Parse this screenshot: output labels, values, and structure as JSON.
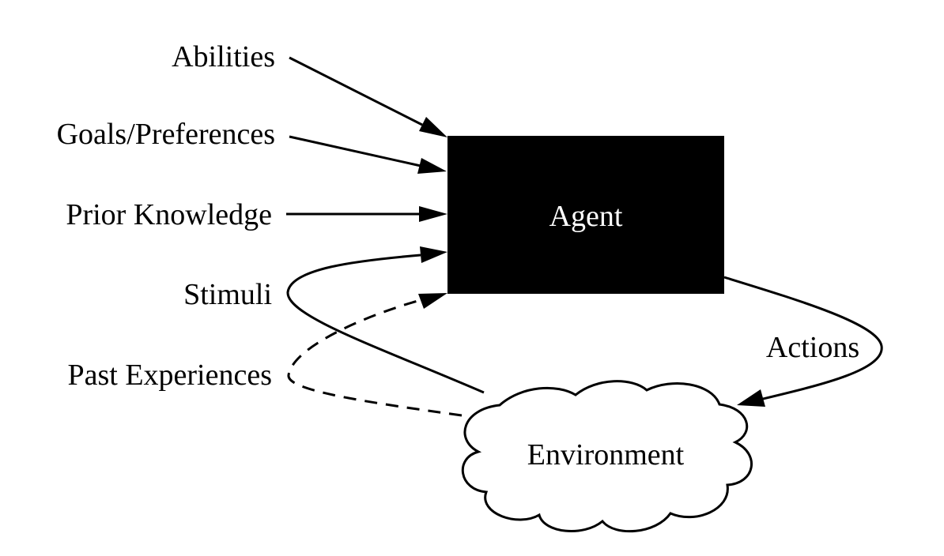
{
  "inputs": {
    "abilities": "Abilities",
    "goals": "Goals/Preferences",
    "prior_knowledge": "Prior Knowledge",
    "stimuli": "Stimuli",
    "past_experiences": "Past Experiences"
  },
  "agent": {
    "label": "Agent",
    "color": "#000000"
  },
  "actions": {
    "label": "Actions"
  },
  "environment": {
    "label": "Environment"
  }
}
